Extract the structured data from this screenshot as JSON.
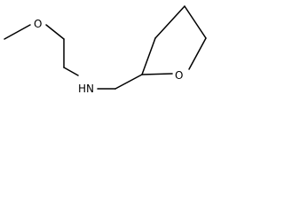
{
  "molecule": {
    "atoms": {
      "methoxy_oxygen": "O",
      "amine_nitrogen": "HN",
      "ring_oxygen": "O"
    }
  },
  "colors": {
    "background": "#ffffff",
    "bond": "#000000",
    "text": "#000000"
  }
}
